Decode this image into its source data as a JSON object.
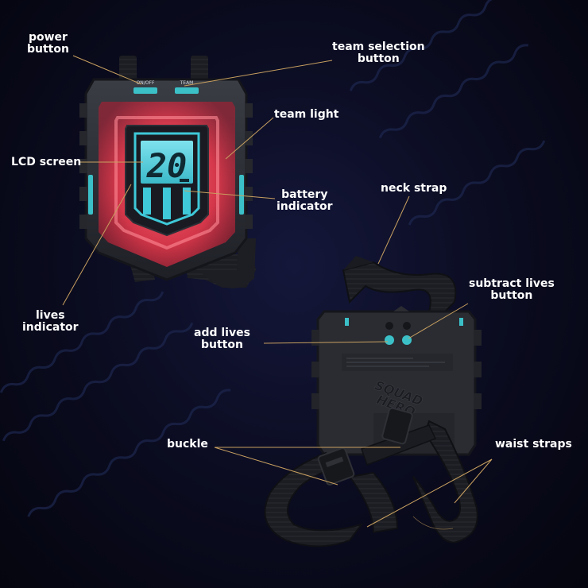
{
  "labels": {
    "power_button": [
      "power",
      "button"
    ],
    "team_selection_button": [
      "team selection",
      "button"
    ],
    "team_light": [
      "team light"
    ],
    "lcd_screen": [
      "LCD screen"
    ],
    "battery_indicator": [
      "battery",
      "indicator"
    ],
    "neck_strap": [
      "neck strap"
    ],
    "lives_indicator": [
      "lives",
      "indicator"
    ],
    "subtract_lives_button": [
      "subtract lives",
      "button"
    ],
    "add_lives_button": [
      "add lives",
      "button"
    ],
    "buckle": [
      "buckle"
    ],
    "waist_straps": [
      "waist straps"
    ]
  },
  "device_text": {
    "on_off": "ON/OFF",
    "team": "TEAM",
    "lcd_number": "20",
    "brand_line1": "SQUAD",
    "brand_line2": "HERO"
  },
  "colors": {
    "leader_line": "#c8a060",
    "team_light_red": "#ff4a5a",
    "lcd_cyan": "#3ec8d8",
    "button_teal": "#3cc0c8",
    "device_body": "#2b2d33"
  }
}
